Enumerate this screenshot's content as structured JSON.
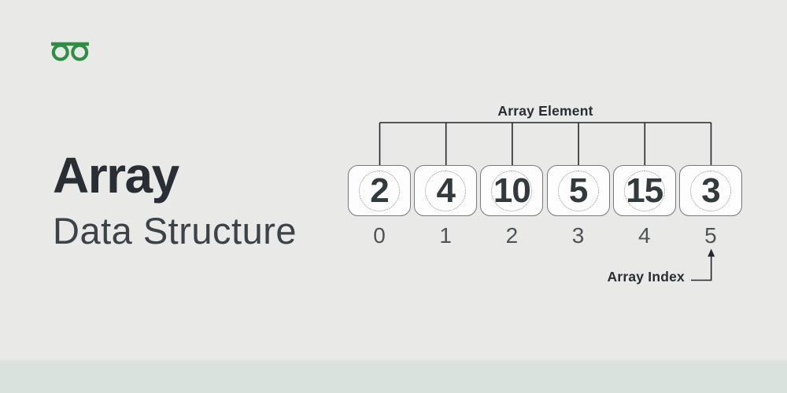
{
  "theme": {
    "background": "#e9e9e8",
    "footer_strip": "#d9e2dc",
    "brand_green": "#2f8d46",
    "ink_dark": "#282e34",
    "ink_medium": "#3b4248",
    "cell_background": "#fdfdfd",
    "cell_border": "#75797c",
    "value_color": "#333a3e",
    "index_color": "#4e5357",
    "arrow_color": "#23282c"
  },
  "logo": {
    "icon": "geeksforgeeks-logo"
  },
  "title": {
    "heading": "Array",
    "subheading": "Data Structure"
  },
  "diagram": {
    "element_label": "Array Element",
    "index_label": "Array Index",
    "cells": [
      {
        "value": "2",
        "index": "0"
      },
      {
        "value": "4",
        "index": "1"
      },
      {
        "value": "10",
        "index": "2"
      },
      {
        "value": "5",
        "index": "3"
      },
      {
        "value": "15",
        "index": "4"
      },
      {
        "value": "3",
        "index": "5"
      }
    ]
  }
}
